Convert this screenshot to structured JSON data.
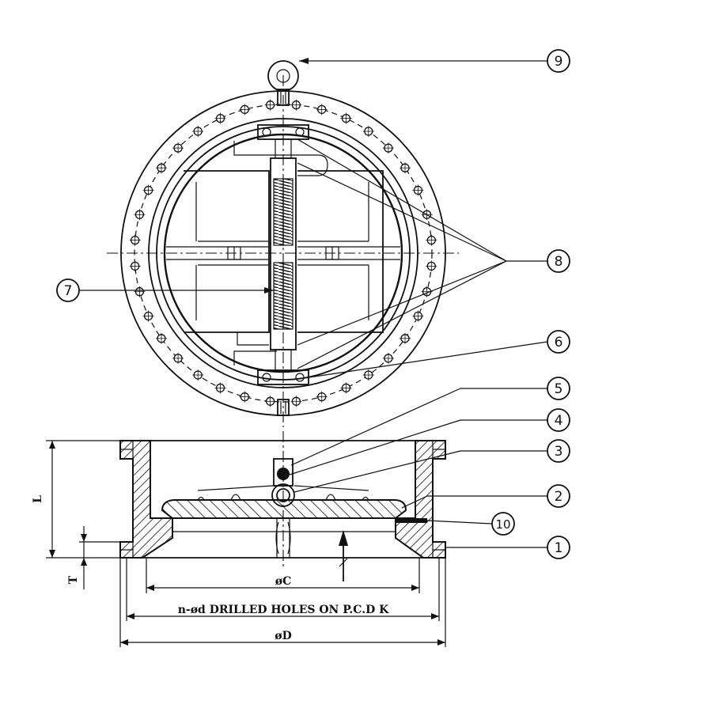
{
  "callouts": {
    "c1": "1",
    "c2": "2",
    "c3": "3",
    "c4": "4",
    "c5": "5",
    "c6": "6",
    "c7": "7",
    "c8": "8",
    "c9": "9",
    "c10": "10"
  },
  "dimensions": {
    "length": "L",
    "thickness": "T",
    "inner_diameter": "øC",
    "holes_note": "n-ød DRILLED HOLES ON P.C.D K",
    "outer_diameter": "øD"
  },
  "colors": {
    "line": "#111111",
    "background": "#ffffff",
    "highlight_callout": "#e6e6e6"
  }
}
